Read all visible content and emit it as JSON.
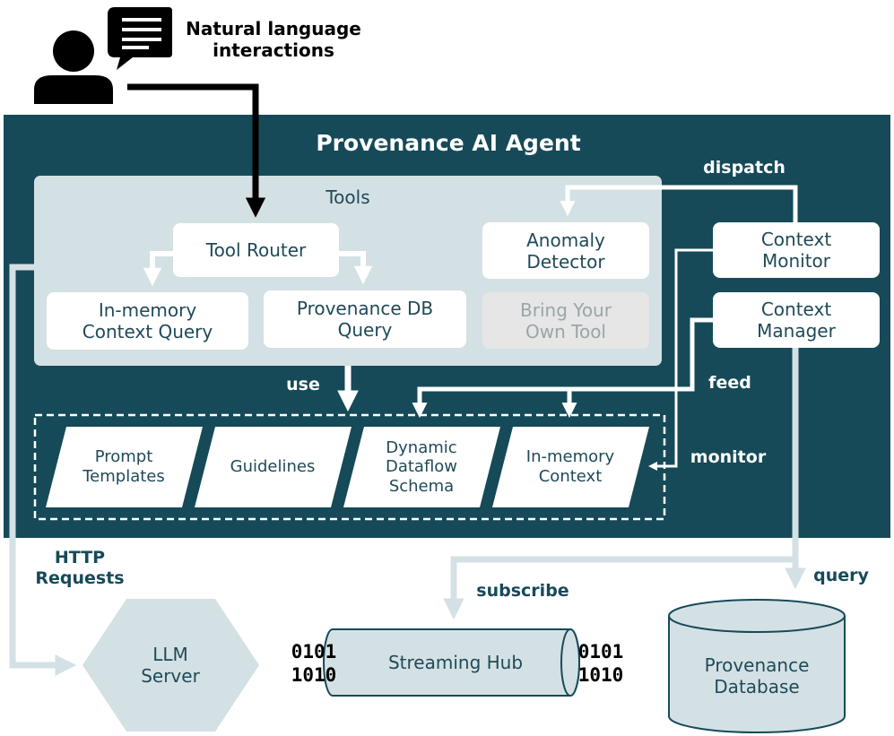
{
  "user_caption": "Natural language\ninteractions",
  "agent_title": "Provenance AI Agent",
  "tools": {
    "title": "Tools",
    "router": "Tool Router",
    "memory_query": "In-memory\nContext Query",
    "db_query": "Provenance DB\nQuery",
    "anomaly": "Anomaly\nDetector",
    "byot": "Bring Your\nOwn Tool"
  },
  "context_monitor": "Context\nMonitor",
  "context_manager": "Context\nManager",
  "context_items": [
    "Prompt\nTemplates",
    "Guidelines",
    "Dynamic\nDataflow\nSchema",
    "In-memory\nContext"
  ],
  "edges": {
    "dispatch": "dispatch",
    "use": "use",
    "feed": "feed",
    "monitor": "monitor",
    "http": "HTTP\nRequests",
    "subscribe": "subscribe",
    "query": "query"
  },
  "llm_server": "LLM\nServer",
  "streaming_hub": "Streaming Hub",
  "binary": "0101\n1010",
  "prov_db": "Provenance\nDatabase",
  "colors": {
    "agent_bg": "#164a59",
    "tools_bg": "#d4e1e4",
    "box_bg": "#ffffff",
    "byot_bg": "#e6e6e6",
    "arrow_light": "#d4e1e4",
    "bottom_fill": "#d4e1e4",
    "text_dark": "#17495a"
  }
}
